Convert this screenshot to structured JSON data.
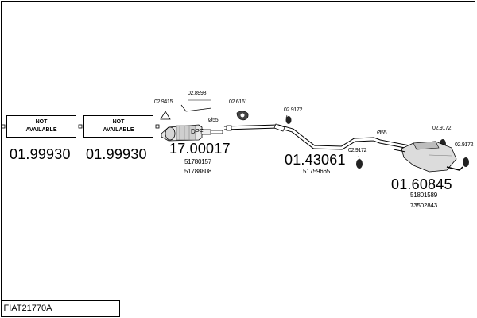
{
  "diagram_code": "FIAT21770A",
  "parts": [
    {
      "na_line1": "NOT",
      "na_line2": "AVAILABLE",
      "number": "01.99930"
    },
    {
      "na_line1": "NOT",
      "na_line2": "AVAILABLE",
      "number": "01.99930"
    },
    {
      "number": "17.00017",
      "oem1": "51780157",
      "oem2": "51788808",
      "label": "DPF",
      "pipe": "Ø55"
    },
    {
      "number": "01.43061",
      "oem1": "51759665",
      "pipe": "Ø55"
    },
    {
      "number": "01.60845",
      "oem1": "51801589",
      "oem2": "73502843"
    }
  ],
  "fittings": {
    "clamp_2_8998": "02.8998",
    "gasket_2_9415": "02.9415",
    "hanger_2_6161": "02.6161",
    "hanger_2_9172_a": "02.9172",
    "hanger_2_9172_b": "02.9172",
    "hanger_2_9172_c": "02.9172",
    "hanger_2_9172_d": "02.9172"
  }
}
